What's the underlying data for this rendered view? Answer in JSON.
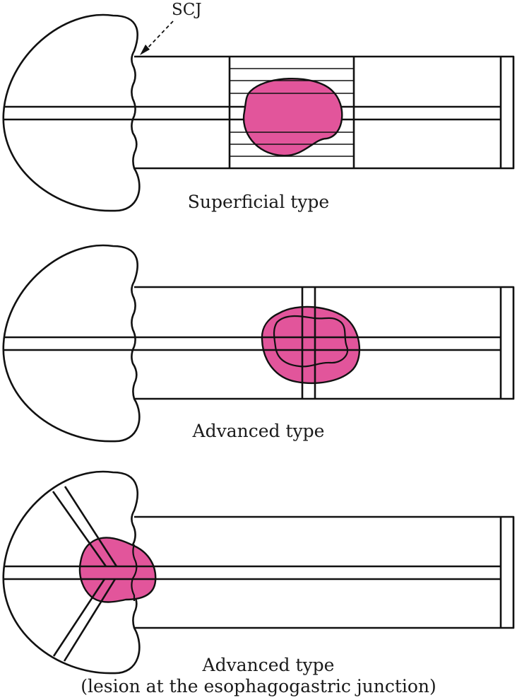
{
  "labels": {
    "scj": "SCJ",
    "panel1_caption": "Superficial type",
    "panel2_caption": "Advanced type",
    "panel3_caption_line1": "Advanced type",
    "panel3_caption_line2": "(lesion at the esophagogastric junction)"
  },
  "colors": {
    "lesion_fill": "#e2559b",
    "outline": "#111111",
    "background": "#ffffff"
  }
}
